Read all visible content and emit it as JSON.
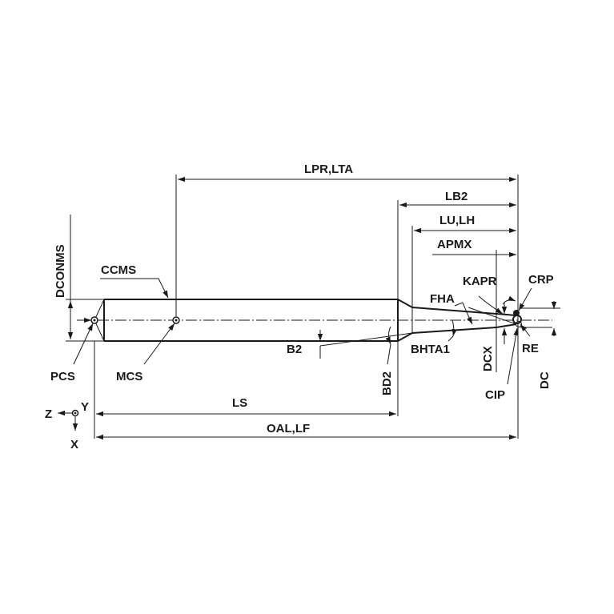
{
  "labels": {
    "lpr_lta": "LPR,LTA",
    "lb2": "LB2",
    "lu_lh": "LU,LH",
    "apmx": "APMX",
    "dconms": "DCONMS",
    "ccms": "CCMS",
    "kapr": "KAPR",
    "crp": "CRP",
    "fha": "FHA",
    "b2": "B2",
    "bhta1": "BHTA1",
    "re": "RE",
    "dcx": "DCX",
    "dc": "DC",
    "pcs": "PCS",
    "mcs": "MCS",
    "bd2": "BD2",
    "cip": "CIP",
    "z": "Z",
    "y": "Y",
    "x": "X",
    "ls": "LS",
    "oal_lf": "OAL,LF"
  }
}
